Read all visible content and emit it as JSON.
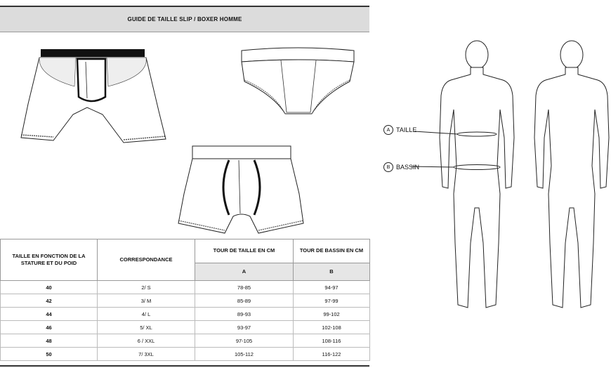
{
  "guide": {
    "title": "GUIDE DE TAILLE SLIP / BOXER HOMME",
    "table": {
      "col_size": "TAILLE EN FONCTION DE LA STATURE ET DU POID",
      "col_corr": "CORRESPONDANCE",
      "col_waist": "TOUR DE TAILLE EN CM",
      "col_hip": "TOUR DE BASSIN EN CM",
      "waist_letter": "A",
      "hip_letter": "B",
      "rows": [
        {
          "size": "40",
          "corr": "2/ S",
          "waist": "78-85",
          "hip": "94-97"
        },
        {
          "size": "42",
          "corr": "3/ M",
          "waist": "85-89",
          "hip": "97-99"
        },
        {
          "size": "44",
          "corr": "4/ L",
          "waist": "89-93",
          "hip": "99-102"
        },
        {
          "size": "46",
          "corr": "5/ XL",
          "waist": "93-97",
          "hip": "102-108"
        },
        {
          "size": "48",
          "corr": "6 / XXL",
          "waist": "97-105",
          "hip": "108-116"
        },
        {
          "size": "50",
          "corr": "7/ 3XL",
          "waist": "105-112",
          "hip": "116-122"
        }
      ]
    }
  },
  "measurements": {
    "a": {
      "letter": "A",
      "label": "TAILLE"
    },
    "b": {
      "letter": "B",
      "label": "BASSIN"
    }
  }
}
